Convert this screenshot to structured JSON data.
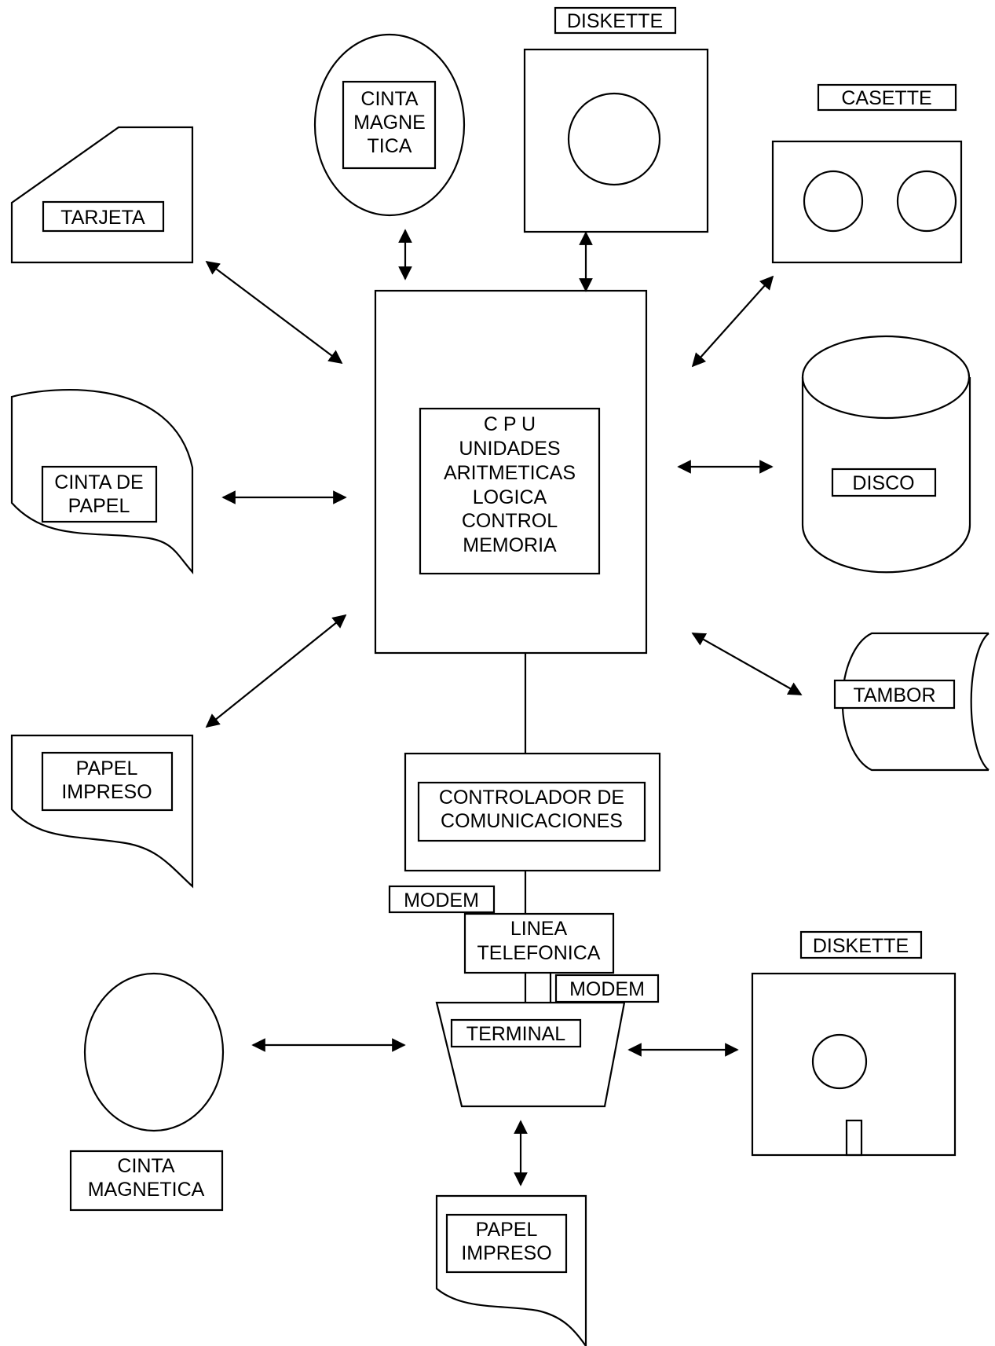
{
  "labels": {
    "diskette_top": "DISKETTE",
    "cinta_magnetica_top": [
      "CINTA",
      "MAGNE",
      "TICA"
    ],
    "casette": "CASETTE",
    "tarjeta": "TARJETA",
    "cpu": [
      "C P U",
      "UNIDADES",
      "ARITMETICAS",
      "LOGICA",
      "CONTROL",
      "MEMORIA"
    ],
    "cinta_de_papel": [
      "CINTA DE",
      "PAPEL"
    ],
    "disco": "DISCO",
    "papel_impreso_left": [
      "PAPEL",
      "IMPRESO"
    ],
    "tambor": "TAMBOR",
    "controlador": [
      "CONTROLADOR DE",
      "COMUNICACIONES"
    ],
    "modem_upper": "MODEM",
    "linea_telefonica": [
      "LINEA",
      "TELEFONICA"
    ],
    "modem_lower": "MODEM",
    "diskette_bottom": "DISKETTE",
    "terminal": "TERMINAL",
    "cinta_magnetica_bottom": [
      "CINTA",
      "MAGNETICA"
    ],
    "papel_impreso_bottom": [
      "PAPEL",
      "IMPRESO"
    ]
  }
}
